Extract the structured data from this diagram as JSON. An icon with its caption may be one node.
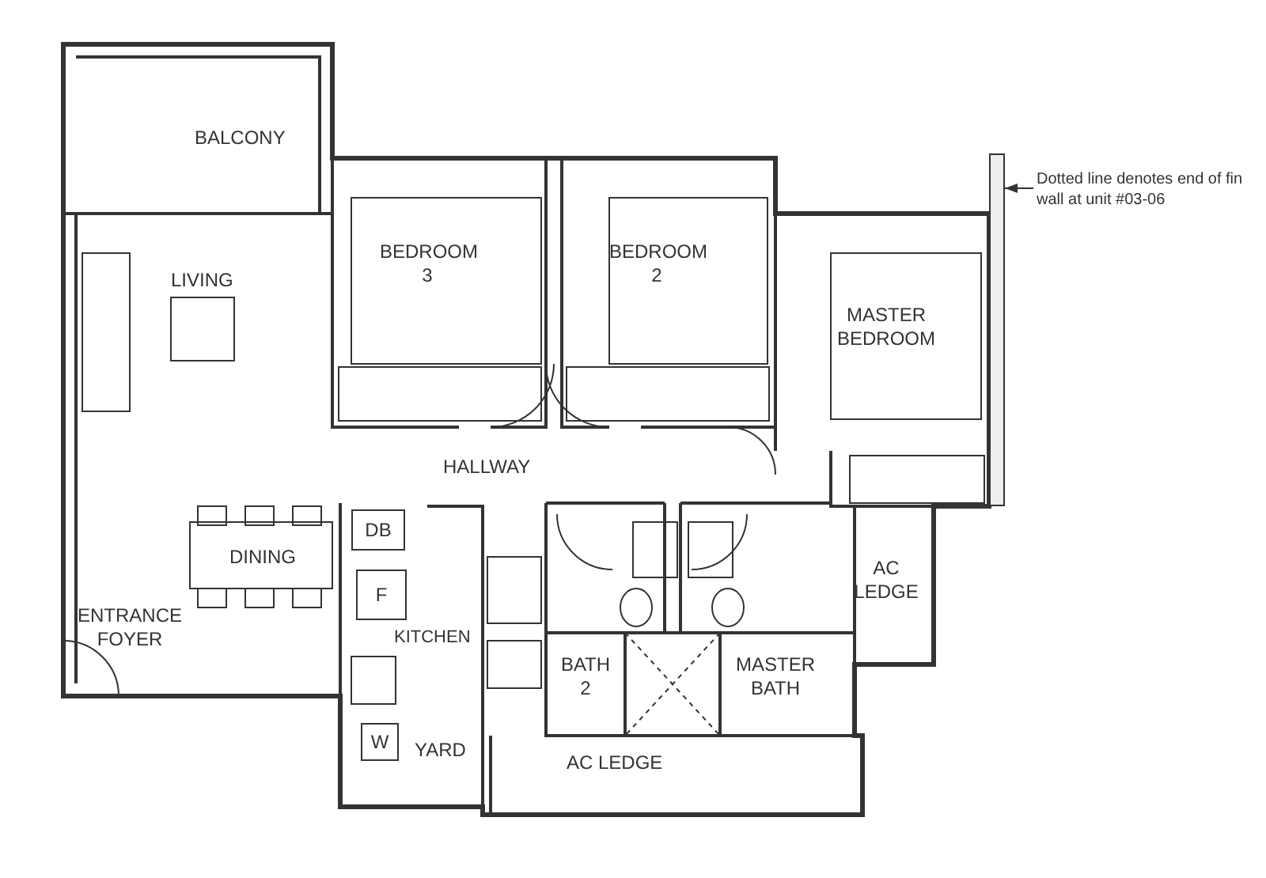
{
  "diagram": {
    "nodes": [
      {
        "text": [
          "Dotted line denotes end of fin wall at unit #03-06"
        ]
      },
      {
        "text": [],
        "shape": "bar"
      },
      {
        "text": [
          "DB"
        ]
      },
      {
        "text": [
          "F"
        ]
      },
      {
        "text": [
          "W"
        ]
      }
    ],
    "edges": [
      {
        "from": 0,
        "to": 1,
        "arrow": "to"
      }
    ],
    "labels": [
      "BALCONY",
      "BEDROOM 3",
      "BEDROOM 2",
      "LIVING",
      "MASTER BEDROOM",
      "HALLWAY",
      "DINING",
      "AC LEDGE",
      "ENTRANCE FOYER",
      "KITCHEN",
      "BATH 2",
      "MASTER BATH",
      "YARD",
      "AC LEDGE"
    ]
  }
}
